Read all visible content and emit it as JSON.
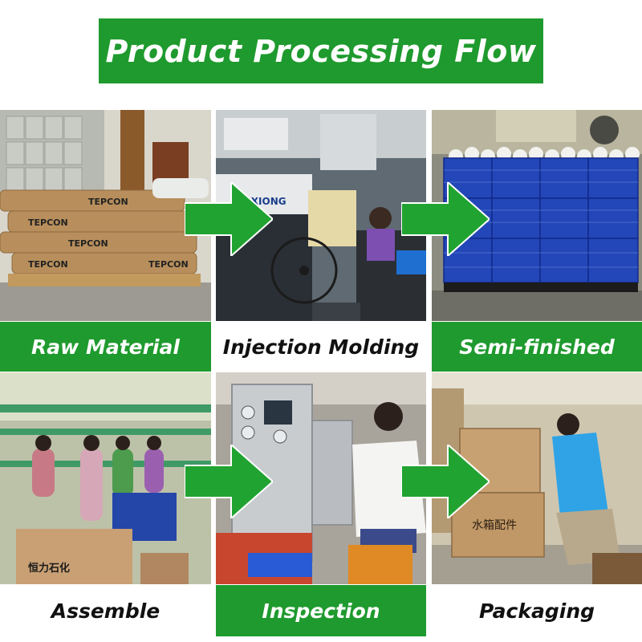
{
  "title": "Product Processing Flow",
  "steps": [
    {
      "label": "Raw Material",
      "scene": "stacked bags of plastic resin on pallets",
      "bag_text": "TEPCON"
    },
    {
      "label": "Injection Molding",
      "scene": "worker at injection molding machine",
      "machine_text": "HAIXIONG"
    },
    {
      "label": "Semi-finished",
      "scene": "blue crates filled with white fittings"
    },
    {
      "label": "Assemble",
      "scene": "workers assembling parts at workbench",
      "box_text": "恒力石化"
    },
    {
      "label": "Inspection",
      "scene": "worker testing parts at pressure test machine"
    },
    {
      "label": "Packaging",
      "scene": "worker sealing cardboard boxes",
      "box_text": "水箱配件"
    }
  ],
  "colors": {
    "accent": "#1f9a2e",
    "arrow": "#21a331"
  },
  "icons": [
    "arrow-right-icon"
  ]
}
